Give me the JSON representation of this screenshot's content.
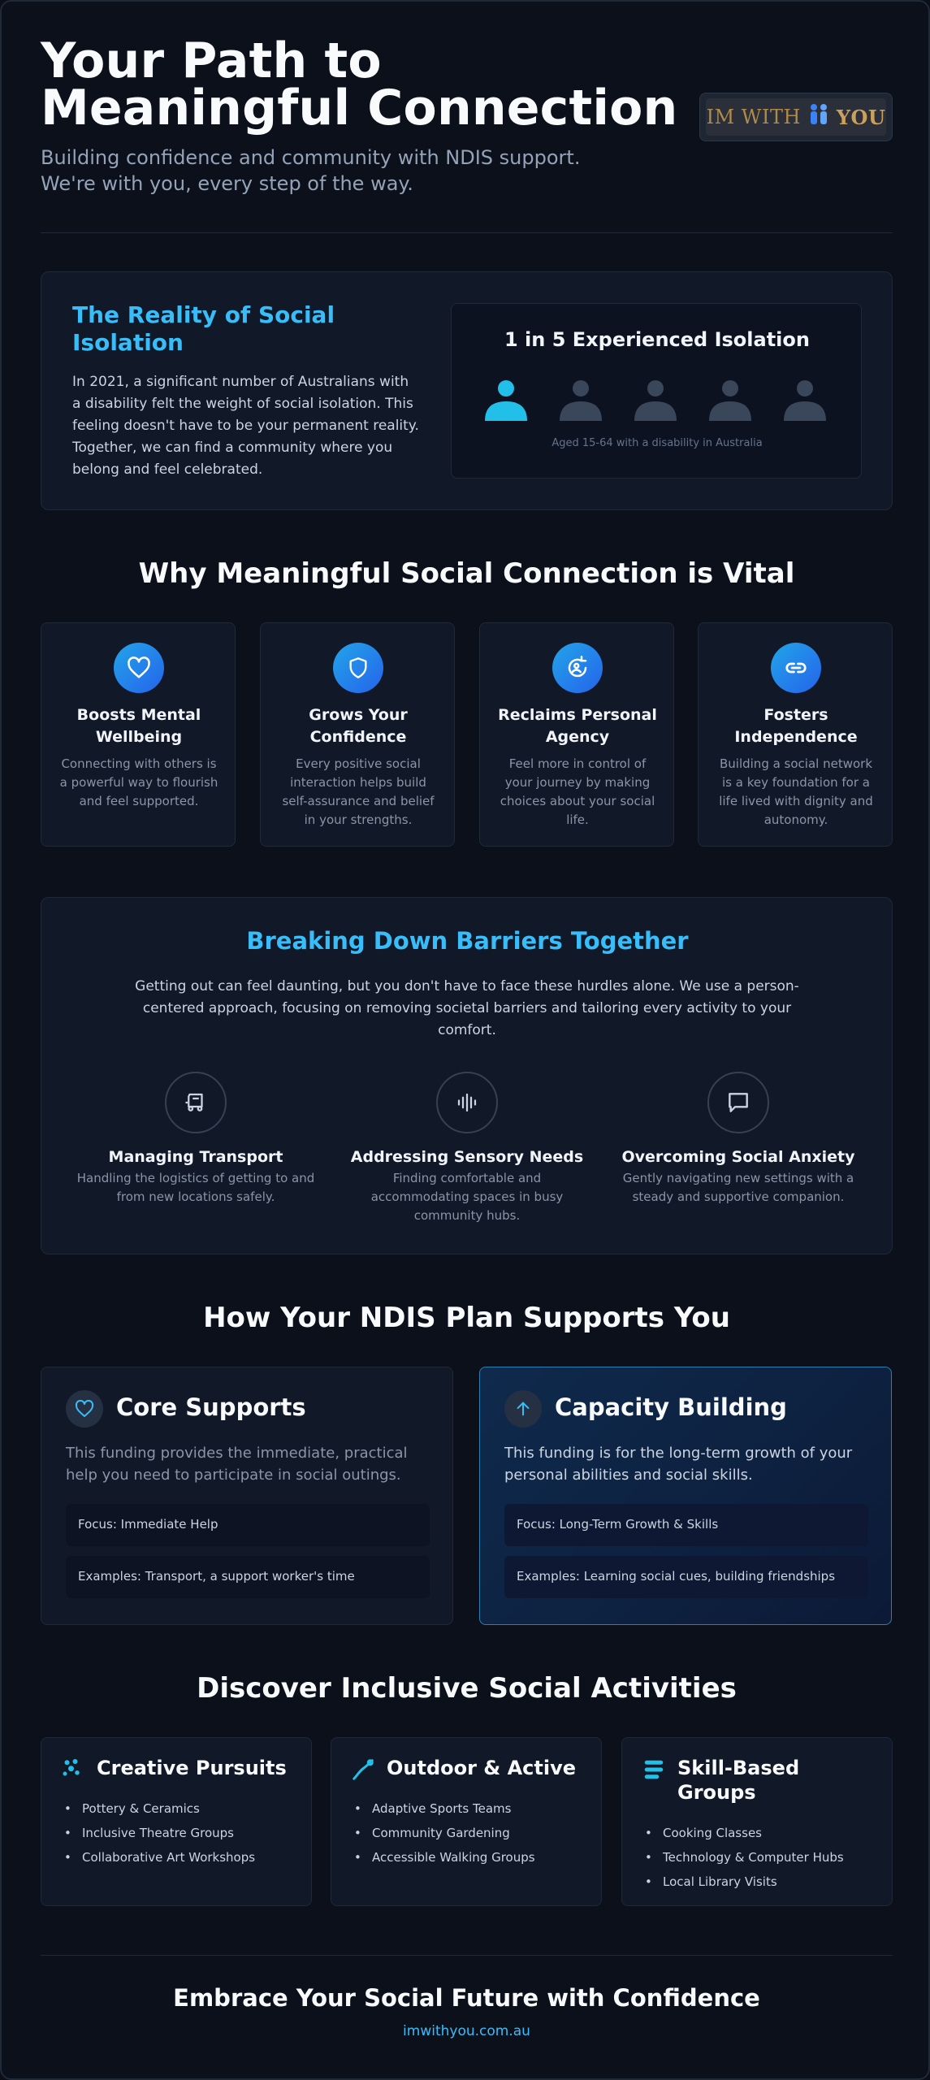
{
  "header": {
    "title": "Your Path to Meaningful Connection",
    "subtitle": "Building confidence and community with NDIS support. We're with you, every step of the way.",
    "logo": {
      "text_left": "IM WITH",
      "text_right": "YOU",
      "icon": "people-icon"
    }
  },
  "reality": {
    "title": "The Reality of Social Isolation",
    "body": "In 2021, a significant number of Australians with a disability felt the weight of social isolation. This feeling doesn't have to be your permanent reality. Together, we can find a community where you belong and feel celebrated.",
    "stat_title": "1 in 5 Experienced Isolation",
    "stat_note": "Aged 15-64 with a disability in Australia",
    "highlighted_people": 1,
    "total_people": 5,
    "colors": {
      "highlight": "#22c0e8",
      "muted": "#3a4659"
    }
  },
  "vital": {
    "title": "Why Meaningful Social Connection is Vital",
    "cards": [
      {
        "icon": "heart-icon",
        "title": "Boosts Mental Wellbeing",
        "text": "Connecting with others is a powerful way to flourish and feel supported."
      },
      {
        "icon": "shield-icon",
        "title": "Grows Your Confidence",
        "text": "Every positive social interaction helps build self-assurance and belief in your strengths."
      },
      {
        "icon": "refresh-person-icon",
        "title": "Reclaims Personal Agency",
        "text": "Feel more in control of your journey by making choices about your social life."
      },
      {
        "icon": "link-icon",
        "title": "Fosters Independence",
        "text": "Building a social network is a key foundation for a life lived with dignity and autonomy."
      }
    ]
  },
  "barriers": {
    "title": "Breaking Down Barriers Together",
    "intro": "Getting out can feel daunting, but you don't have to face these hurdles alone. We use a person-centered approach, focusing on removing societal barriers and tailoring every activity to your comfort.",
    "items": [
      {
        "icon": "car-icon",
        "title": "Managing Transport",
        "text": "Handling the logistics of getting to and from new locations safely."
      },
      {
        "icon": "sound-wave-icon",
        "title": "Addressing Sensory Needs",
        "text": "Finding comfortable and accommodating spaces in busy community hubs."
      },
      {
        "icon": "chat-bubble-icon",
        "title": "Overcoming Social Anxiety",
        "text": "Gently navigating new settings with a steady and supportive companion."
      }
    ]
  },
  "ndis": {
    "title": "How Your NDIS Plan Supports You",
    "core": {
      "icon": "heart-icon",
      "title": "Core Supports",
      "desc": "This funding provides the immediate, practical help you need to participate in social outings.",
      "focus": "Focus: Immediate Help",
      "examples": "Examples: Transport, a support worker's time"
    },
    "capacity": {
      "icon": "arrow-up-icon",
      "title": "Capacity Building",
      "desc": "This funding is for the long-term growth of your personal abilities and social skills.",
      "focus": "Focus: Long-Term Growth & Skills",
      "examples": "Examples: Learning social cues, building friendships"
    }
  },
  "activities": {
    "title": "Discover Inclusive Social Activities",
    "groups": [
      {
        "icon": "sparkle-icon",
        "title": "Creative Pursuits",
        "items": [
          "Pottery & Ceramics",
          "Inclusive Theatre Groups",
          "Collaborative Art Workshops"
        ]
      },
      {
        "icon": "path-icon",
        "title": "Outdoor & Active",
        "items": [
          "Adaptive Sports Teams",
          "Community Gardening",
          "Accessible Walking Groups"
        ]
      },
      {
        "icon": "layers-icon",
        "title": "Skill-Based Groups",
        "items": [
          "Cooking Classes",
          "Technology & Computer Hubs",
          "Local Library Visits"
        ]
      }
    ]
  },
  "footer": {
    "title": "Embrace Your Social Future with Confidence",
    "link": "imwithyou.com.au"
  }
}
